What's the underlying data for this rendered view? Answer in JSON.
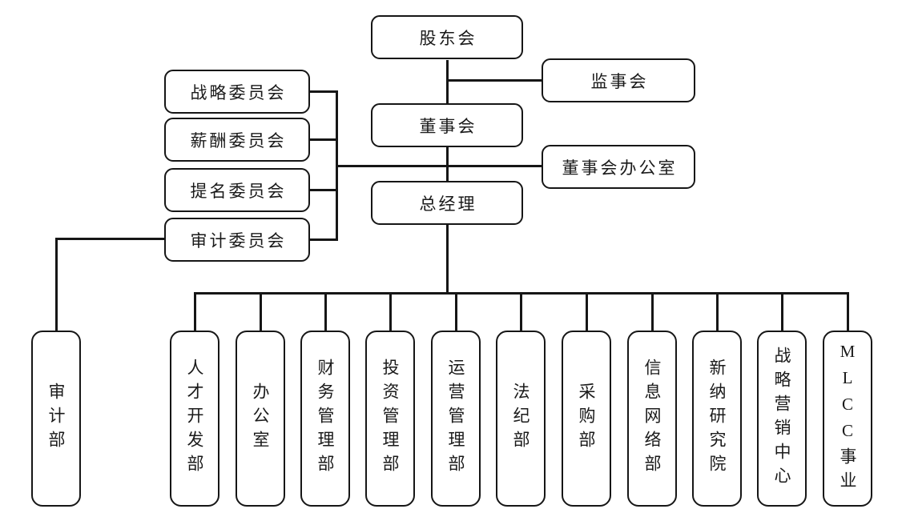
{
  "org": {
    "nodes": {
      "shareholders_meeting": "股东会",
      "supervisory_board": "监事会",
      "board_of_directors": "董事会",
      "board_office": "董事会办公室",
      "general_manager": "总经理"
    },
    "committees": [
      "战略委员会",
      "薪酬委员会",
      "提名委员会",
      "审计委员会"
    ],
    "departments": [
      "审计部",
      "人才开发部",
      "办公室",
      "财务管理部",
      "投资管理部",
      "运营管理部",
      "法纪部",
      "采购部",
      "信息网络部",
      "新纳研究院",
      "战略营销中心",
      "MLCC事业"
    ],
    "edges": [
      [
        "股东会",
        "董事会"
      ],
      [
        "股东会",
        "监事会"
      ],
      [
        "董事会",
        "总经理"
      ],
      [
        "董事会",
        "董事会办公室"
      ],
      [
        "董事会",
        "战略委员会"
      ],
      [
        "董事会",
        "薪酬委员会"
      ],
      [
        "董事会",
        "提名委员会"
      ],
      [
        "董事会",
        "审计委员会"
      ],
      [
        "审计委员会",
        "审计部"
      ],
      [
        "总经理",
        "人才开发部"
      ],
      [
        "总经理",
        "办公室"
      ],
      [
        "总经理",
        "财务管理部"
      ],
      [
        "总经理",
        "投资管理部"
      ],
      [
        "总经理",
        "运营管理部"
      ],
      [
        "总经理",
        "法纪部"
      ],
      [
        "总经理",
        "采购部"
      ],
      [
        "总经理",
        "信息网络部"
      ],
      [
        "总经理",
        "新纳研究院"
      ],
      [
        "总经理",
        "战略营销中心"
      ],
      [
        "总经理",
        "MLCC事业"
      ]
    ],
    "colors": {
      "line": "#161616",
      "text": "#1a1a1a",
      "background": "#ffffff"
    }
  }
}
